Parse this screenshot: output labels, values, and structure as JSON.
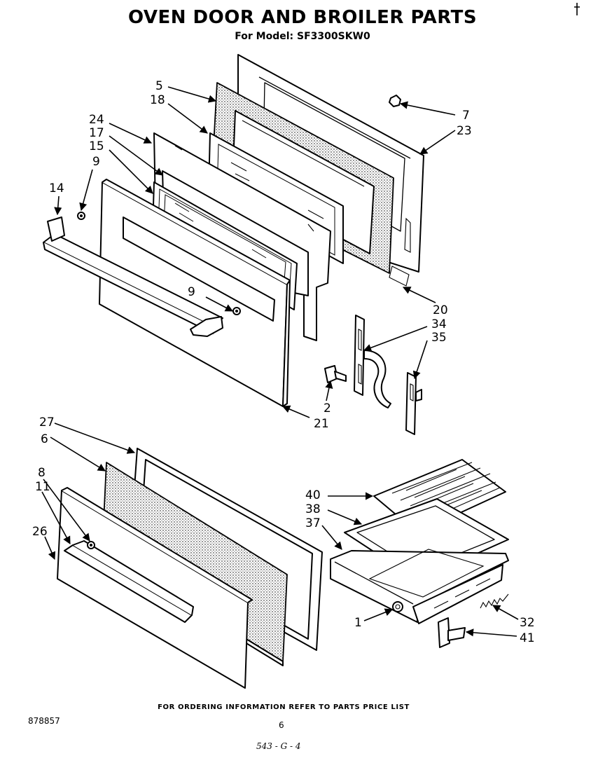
{
  "header": {
    "title": "OVEN DOOR AND BROILER PARTS",
    "model_line": "For Model: SF3300SKW0"
  },
  "part_labels": {
    "p5": "5",
    "p18": "18",
    "p24": "24",
    "p17": "17",
    "p15": "15",
    "p9a": "9",
    "p14": "14",
    "p7": "7",
    "p23": "23",
    "p9b": "9",
    "p20": "20",
    "p34": "34",
    "p35": "35",
    "p2": "2",
    "p21": "21",
    "p27": "27",
    "p6": "6",
    "p8": "8",
    "p11": "11",
    "p26": "26",
    "p40": "40",
    "p38": "38",
    "p37": "37",
    "p1": "1",
    "p32": "32",
    "p41": "41"
  },
  "footer": {
    "ordering_note": "FOR ORDERING INFORMATION REFER TO PARTS PRICE LIST",
    "doc_number": "878857",
    "page_number": "6",
    "handwritten_note": "543 - G - 4"
  }
}
